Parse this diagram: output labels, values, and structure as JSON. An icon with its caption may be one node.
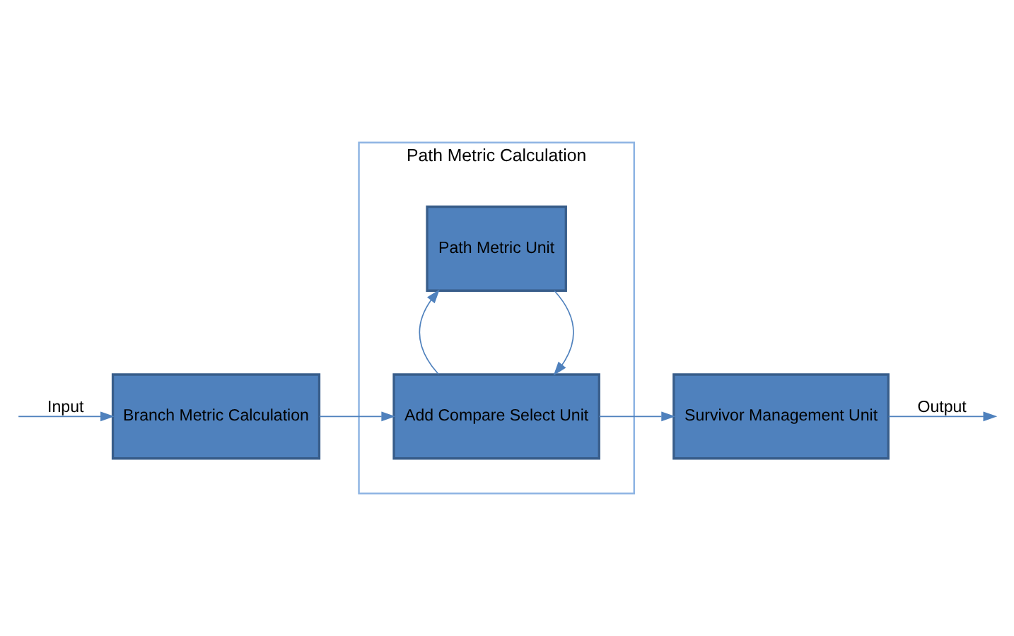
{
  "diagram": {
    "nodes": [
      {
        "text": [
          "Path Metric Calculation"
        ]
      },
      {
        "text": [
          "Path Metric Unit"
        ],
        "in": 0
      },
      {
        "text": [
          "Add Compare Select Unit"
        ],
        "in": 0
      },
      {
        "text": [
          "Branch Metric Calculation"
        ]
      },
      {
        "text": [
          "Survivor Management Unit"
        ]
      }
    ],
    "edges": [
      {
        "from": null,
        "to": 3,
        "arrow": "to",
        "label": "Input"
      },
      {
        "from": 3,
        "to": 2,
        "arrow": "to"
      },
      {
        "from": 1,
        "to": 2,
        "arrow": "to"
      },
      {
        "from": 2,
        "to": 1,
        "arrow": "to"
      },
      {
        "from": 2,
        "to": 4,
        "arrow": "to"
      },
      {
        "from": 4,
        "to": null,
        "arrow": "to",
        "label": "Output"
      }
    ]
  }
}
